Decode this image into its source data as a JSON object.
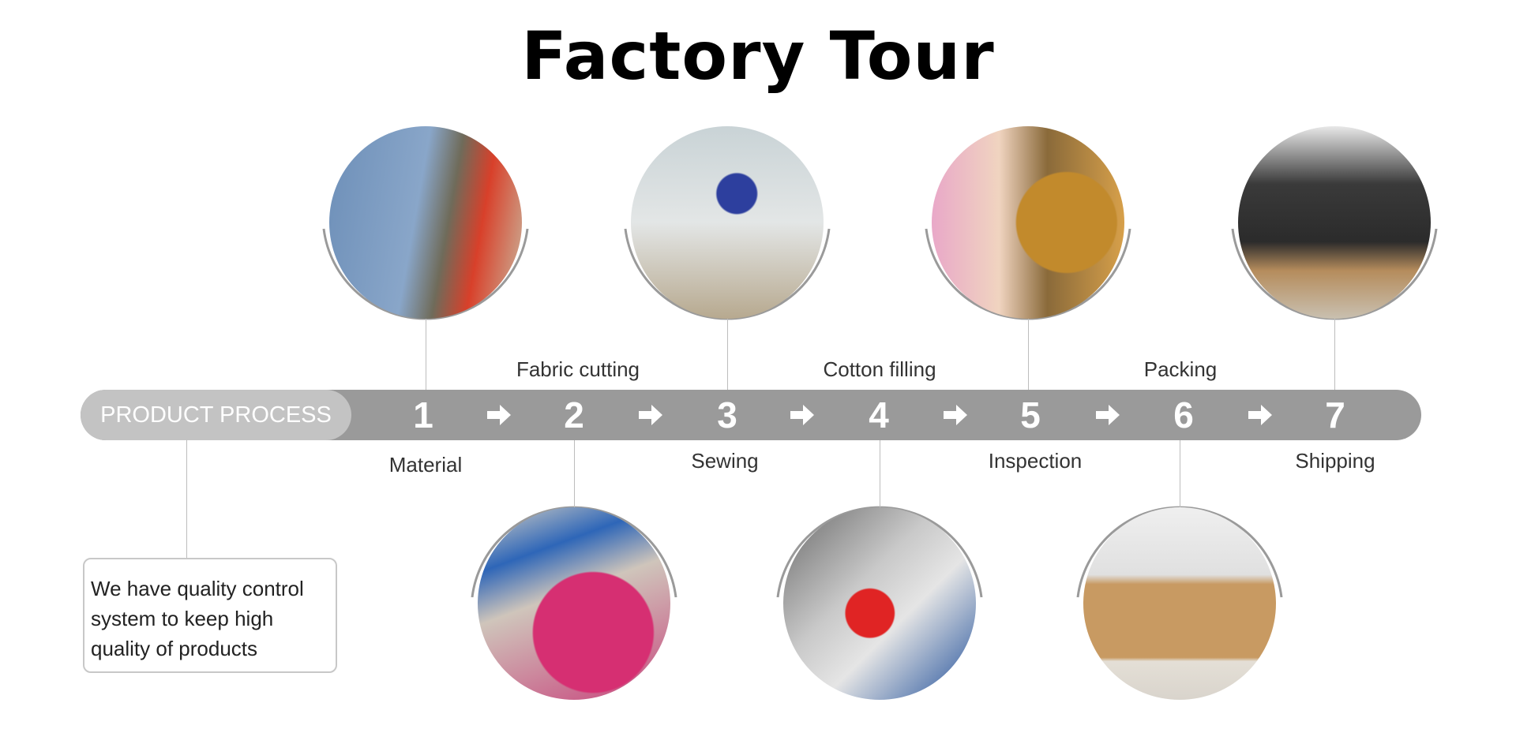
{
  "title": "Factory Tour",
  "process_label": "PRODUCT PROCESS",
  "steps": [
    {
      "number": "1",
      "label": "Material"
    },
    {
      "number": "2",
      "label": "Fabric cutting"
    },
    {
      "number": "3",
      "label": "Sewing"
    },
    {
      "number": "4",
      "label": "Cotton filling"
    },
    {
      "number": "5",
      "label": "Inspection"
    },
    {
      "number": "6",
      "label": "Packing"
    },
    {
      "number": "7",
      "label": "Shipping"
    }
  ],
  "note": "We have quality control system to keep high quality of products",
  "colors": {
    "bar": "#9a9a9a",
    "pill": "#c3c3c3",
    "text": "#333333"
  }
}
